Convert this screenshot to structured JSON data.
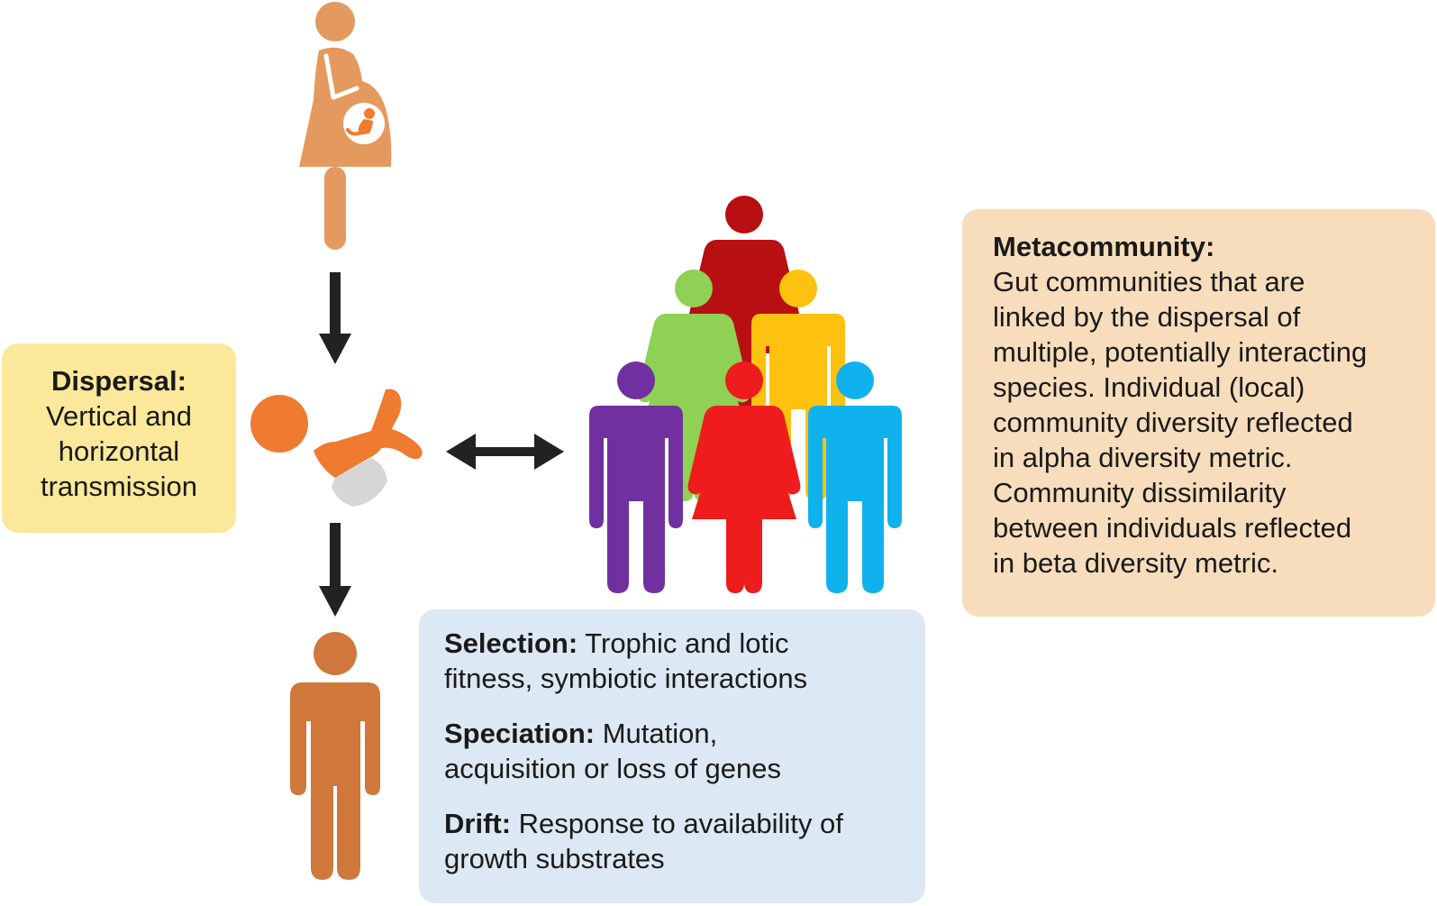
{
  "dispersal": {
    "title": "Dispersal:",
    "lines": [
      "Vertical and",
      "horizontal",
      "transmission"
    ]
  },
  "processes": [
    {
      "title": "Selection:",
      "lines": [
        " Trophic and lotic",
        "fitness, symbiotic interactions"
      ]
    },
    {
      "title": "Speciation:",
      "lines": [
        " Mutation,",
        "acquisition or loss of genes"
      ]
    },
    {
      "title": "Drift:",
      "lines": [
        " Response to availability of",
        "growth substrates"
      ]
    }
  ],
  "metacommunity": {
    "title": "Metacommunity:",
    "lines": [
      "Gut communities that are",
      "linked by the dispersal of",
      "multiple, potentially interacting",
      "species. Individual (local)",
      "community diversity reflected",
      "in alpha diversity metric.",
      "Community dissimilarity",
      "between individuals reflected",
      "in beta diversity metric."
    ]
  },
  "colors": {
    "mother": "#e49a5e",
    "infant": "#ee7b30",
    "diaper": "#d6d6d6",
    "adult": "#d0773c",
    "arrow": "#222222",
    "person_red_top": "#b80f12",
    "person_green": "#8ed154",
    "person_yellow": "#fdc20f",
    "person_purple": "#7030a0",
    "person_red_front": "#ee1c1c",
    "person_blue": "#10b2ee",
    "dispersal_bg": "#fbe89a",
    "selection_bg": "#dce8f3",
    "metacommunity_bg": "#f7ddbc"
  },
  "icons": [
    "pregnant-woman-icon",
    "infant-icon",
    "adult-man-icon",
    "group-of-people-icon"
  ]
}
